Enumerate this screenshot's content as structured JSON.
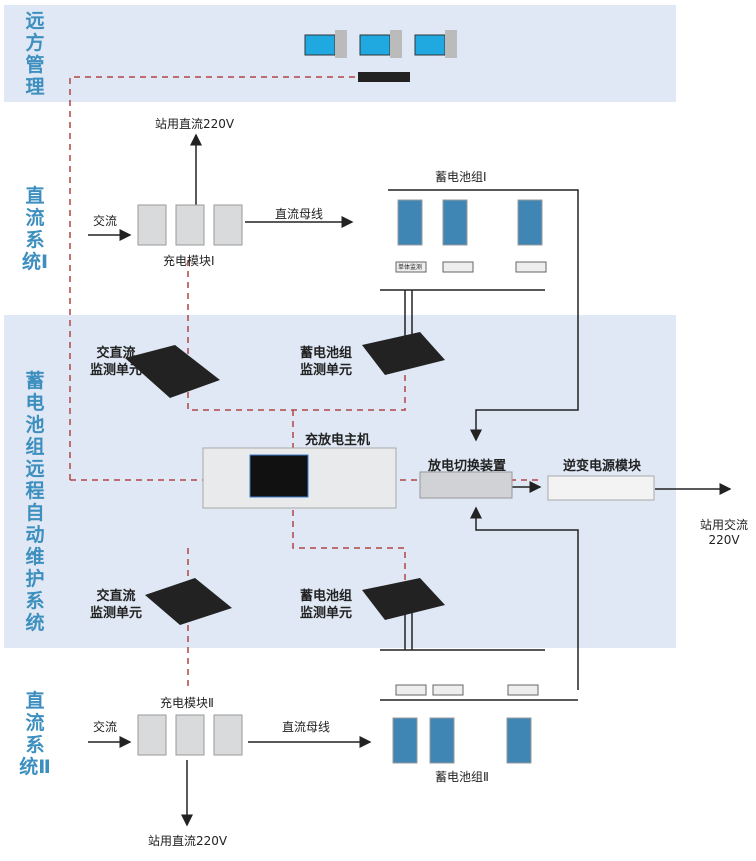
{
  "sections": [
    {
      "label": "远方管理"
    },
    {
      "label": "直流系统Ⅰ"
    },
    {
      "label": "蓄电池组远程自动维护系统"
    },
    {
      "label": "直流系统Ⅱ"
    }
  ],
  "labels": {
    "dc_out_1": "站用直流220V",
    "ac_in_1": "交流",
    "dc_bus_1": "直流母线",
    "charger_1": "充电模块Ⅰ",
    "battery_group_1": "蓄电池组Ⅰ",
    "acdc_monitor_1": "交直流\n监测单元",
    "battery_monitor_1": "蓄电池组\n监测单元",
    "host": "充放电主机",
    "discharge_switch": "放电切换装置",
    "inverter": "逆变电源模块",
    "ac_out": "站用交流\n220V",
    "acdc_monitor_2": "交直流\n监测单元",
    "battery_monitor_2": "蓄电池组\n监测单元",
    "charger_2": "充电模块Ⅱ",
    "ac_in_2": "交流",
    "dc_bus_2": "直流母线",
    "battery_group_2": "蓄电池组Ⅱ",
    "dc_out_2": "站用直流220V",
    "cell_monitor": "单体监测"
  },
  "colors": {
    "band": "#dfe8f4",
    "section_text": "#3d8fbf",
    "comm_line": "#b04545",
    "power_line": "#222222"
  }
}
